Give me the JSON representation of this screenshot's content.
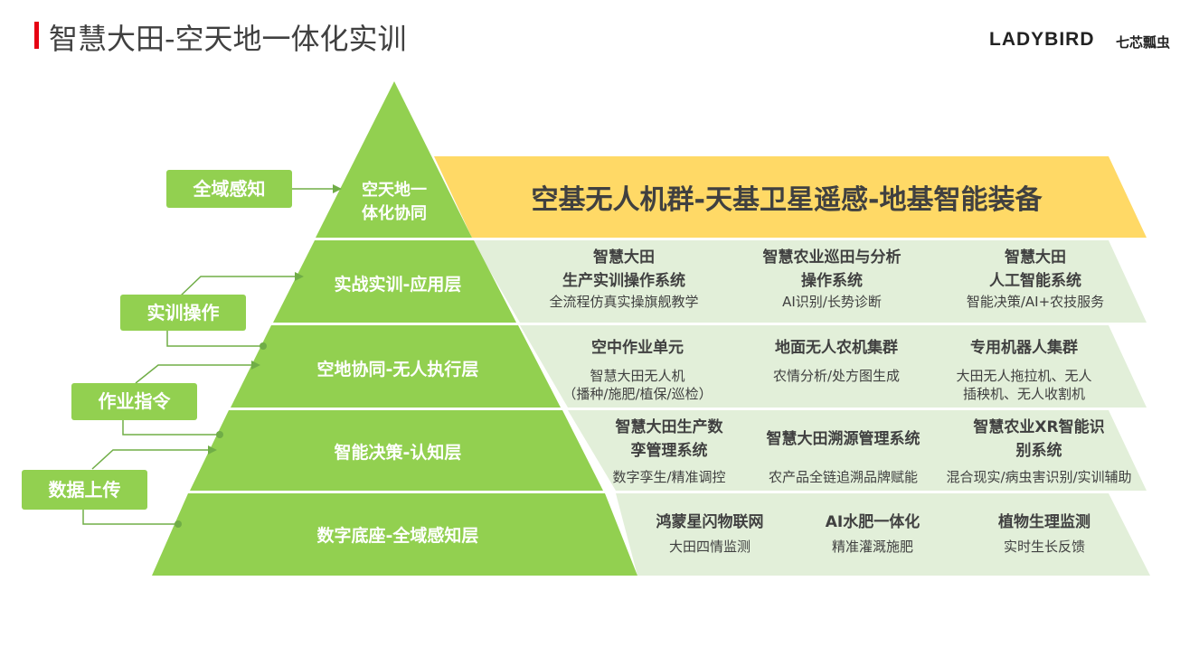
{
  "page": {
    "title": "智慧大田-空天地一体化实训",
    "logo_text": "LADYBIRD",
    "logo_cn": "七芯瓢虫"
  },
  "pyramid": {
    "apex_line1": "空天地一",
    "apex_line2": "体化协同",
    "levels": [
      "实战实训-应用层",
      "空地协同-无人执行层",
      "智能决策-认知层",
      "数字底座-全域感知层"
    ]
  },
  "banner": "空基无人机群-天基卫星遥感-地基智能装备",
  "side_labels": {
    "sensing": "全域感知",
    "training": "实训操作",
    "command": "作业指令",
    "upload": "数据上传"
  },
  "rows": [
    {
      "cells": [
        {
          "h1": "智慧大田",
          "h2": "生产实训操作系统",
          "s1": "全流程仿真实操旗舰教学",
          "s2": ""
        },
        {
          "h1": "智慧农业巡田与分析",
          "h2": "操作系统",
          "s1": "AI识别/长势诊断",
          "s2": ""
        },
        {
          "h1": "智慧大田",
          "h2": "人工智能系统",
          "s1": "智能决策/AI+农技服务",
          "s2": ""
        }
      ]
    },
    {
      "cells": [
        {
          "h1": "空中作业单元",
          "h2": "",
          "s1": "智慧大田无人机",
          "s2": "（播种/施肥/植保/巡检）"
        },
        {
          "h1": "地面无人农机集群",
          "h2": "",
          "s1": "农情分析/处方图生成",
          "s2": ""
        },
        {
          "h1": "专用机器人集群",
          "h2": "",
          "s1": "大田无人拖拉机、无人",
          "s2": "插秧机、无人收割机"
        }
      ]
    },
    {
      "cells": [
        {
          "h1": "智慧大田生产数",
          "h2": "孪管理系统",
          "s1": "数字孪生/精准调控",
          "s2": ""
        },
        {
          "h1": "智慧大田溯源管理系统",
          "h2": "",
          "s1": "农产品全链追溯品牌赋能",
          "s2": ""
        },
        {
          "h1": "智慧农业XR智能识",
          "h2": "别系统",
          "s1": "混合现实/病虫害识别/实训辅助",
          "s2": ""
        }
      ]
    },
    {
      "cells": [
        {
          "h1": "鸿蒙星闪物联网",
          "h2": "",
          "s1": "大田四情监测",
          "s2": ""
        },
        {
          "h1": "AI水肥一体化",
          "h2": "",
          "s1": "精准灌溉施肥",
          "s2": ""
        },
        {
          "h1": "植物生理监测",
          "h2": "",
          "s1": "实时生长反馈",
          "s2": ""
        }
      ]
    }
  ],
  "colors": {
    "green": "#92d050",
    "light_green": "#e2efd9",
    "yellow": "#ffd966",
    "accent_red": "#e60012"
  }
}
